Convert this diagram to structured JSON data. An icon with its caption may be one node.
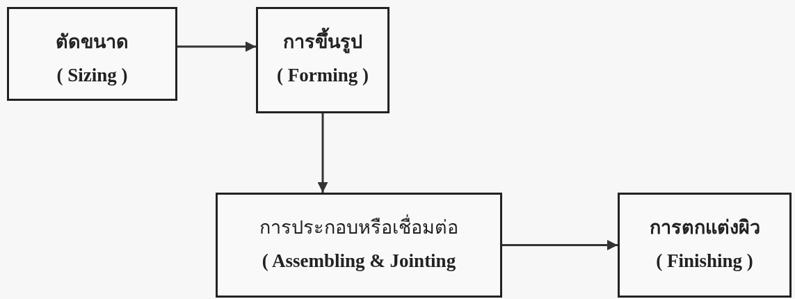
{
  "diagram": {
    "nodes": [
      {
        "text": [
          "ตัดขนาด",
          "( Sizing )"
        ]
      },
      {
        "text": [
          "การขึ้นรูป",
          "( Forming )"
        ]
      },
      {
        "text": [
          "การประกอบหรือเชื่อมต่อ",
          "( Assembling & Jointing"
        ]
      },
      {
        "text": [
          "การตกแต่งผิว",
          "( Finishing )"
        ]
      }
    ],
    "edges": [
      {
        "from": 0,
        "to": 1,
        "arrow": "to"
      },
      {
        "from": 1,
        "to": 2,
        "arrow": "to"
      },
      {
        "from": 2,
        "to": 3,
        "arrow": "to"
      }
    ]
  }
}
